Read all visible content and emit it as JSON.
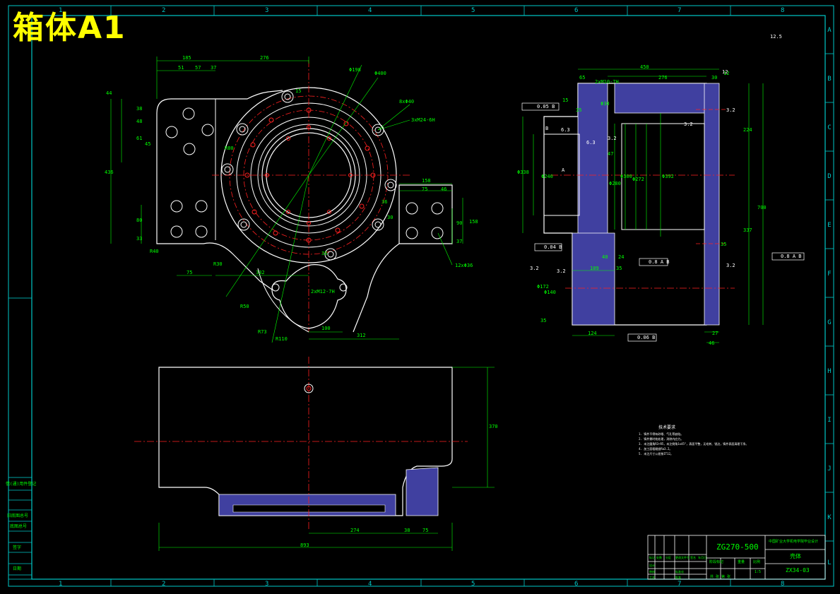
{
  "sheet": {
    "title": "箱体A1",
    "grid_columns": [
      "1",
      "2",
      "3",
      "4",
      "5",
      "6",
      "7",
      "8"
    ],
    "grid_rows": [
      "A",
      "B",
      "C",
      "D",
      "E",
      "F",
      "G",
      "H",
      "I",
      "J",
      "K",
      "L"
    ]
  },
  "front_view": {
    "dims_top": [
      "185",
      "276",
      "51",
      "57",
      "37"
    ],
    "dims_left": [
      "44",
      "38",
      "48",
      "61",
      "45",
      "436",
      "80",
      "33"
    ],
    "dims_misc": [
      "R40",
      "R30",
      "R50",
      "R80",
      "332",
      "75",
      "R110",
      "R73",
      "100",
      "312",
      "2xM12-7H",
      "15",
      "36",
      "30",
      "35"
    ],
    "dims_right": [
      "158",
      "75",
      "46",
      "90",
      "158",
      "37",
      "12xΦ36"
    ],
    "dims_circles": [
      "Φ198",
      "Φ400",
      "8xΦ40",
      "3xM24-6H"
    ]
  },
  "bottom_view": {
    "dims": [
      "370",
      "274",
      "38",
      "75",
      "893"
    ]
  },
  "section_view": {
    "dims_top": [
      "450",
      "276",
      "30",
      "65",
      "2xM10-7H",
      "15",
      "Φ30",
      "35"
    ],
    "dims_left": [
      "Φ338",
      "Φ240",
      "Φ172",
      "Φ140"
    ],
    "dims_mid": [
      "47",
      "Φ280",
      "Φ300",
      "Φ272",
      "Φ392",
      "109",
      "35",
      "124",
      "24",
      "40",
      "35"
    ],
    "dims_right": [
      "224",
      "700",
      "337",
      "12",
      "27",
      "46",
      "35"
    ],
    "tolerances": [
      "0.05 B",
      "0.04 B",
      "0.8 A B",
      "0.06 B",
      "0.8 A B"
    ],
    "roughness": [
      "3.2",
      "3.2",
      "6.3",
      "6.3",
      "3.2",
      "3.2",
      "3.2",
      "3.2",
      "12",
      "12.5"
    ],
    "datums": [
      "B",
      "A"
    ]
  },
  "notes": {
    "title": "技术要求",
    "lines": [
      "1. 铸件不得有砂眼、气孔等缺陷。",
      "2. 铸件需时效处理，消除内应力。",
      "3. 未注圆角R3~R5，未注倒角1x45°，表面平整，无毛刺、锐边，铸件表面清理干净。",
      "4. 加工面粗糙度Ra3.2。",
      "5. 未注尺寸公差按IT12。"
    ]
  },
  "title_block": {
    "material": "ZG270-500",
    "company": "中国矿业大学机电学院毕业设计",
    "part_name": "壳体",
    "drawing_no": "ZX34-03",
    "scale": "1:5",
    "sheet_label": "共 张 第 张",
    "headers": [
      "标记",
      "处数",
      "分区",
      "更改文件号",
      "签名",
      "年月日"
    ],
    "roles": [
      "设计",
      "审核",
      "工艺",
      "标准化",
      "批准"
    ],
    "stage": "阶段标记",
    "weight": "重量",
    "ratio": "比例"
  },
  "side_stamp": {
    "labels": [
      "借(通)用件登记",
      "旧底图总号",
      "底图总号",
      "签字",
      "日期"
    ]
  },
  "colors": {
    "background": "#000000",
    "frame": "#00c8c8",
    "outline": "#ffffff",
    "dimension": "#00ff00",
    "centerline": "#ff2020",
    "hidden": "#ff2020",
    "title": "#ffff00",
    "hatch": "#4040a0"
  }
}
